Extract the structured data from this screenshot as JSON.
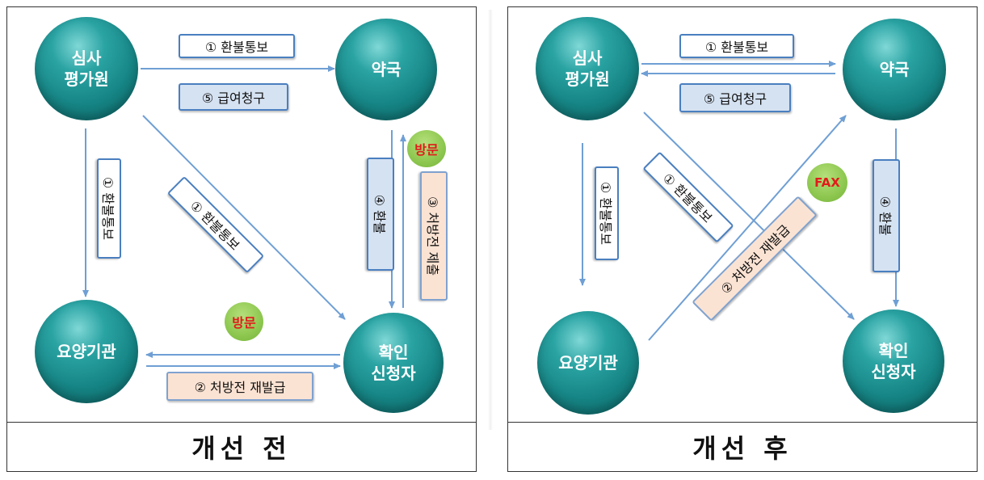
{
  "before": {
    "caption": "개선 전",
    "nodes": {
      "review": "심사\n평가원",
      "pharmacy": "약국",
      "institution": "요양기관",
      "applicant": "확인\n신청자"
    },
    "labels": {
      "refund_notice_top": "① 환불통보",
      "benefit_claim": "⑤ 급여청구",
      "refund_notice_left": "① 환불통보",
      "refund_notice_diag": "① 환불통보",
      "refund": "④ 환불",
      "prescription_submit": "③ 처방전 제출",
      "prescription_reissue": "② 처방전 재발급"
    },
    "badges": {
      "visit_top": "방문",
      "visit_bottom": "방문"
    }
  },
  "after": {
    "caption": "개선 후",
    "nodes": {
      "review": "심사\n평가원",
      "pharmacy": "약국",
      "institution": "요양기관",
      "applicant": "확인\n신청자"
    },
    "labels": {
      "refund_notice_top": "① 환불통보",
      "benefit_claim": "⑤ 급여청구",
      "refund_notice_left": "① 환불통보",
      "refund_notice_diag": "① 환불통보",
      "refund": "④ 환불",
      "prescription_reissue": "② 처방전 재발급"
    },
    "badges": {
      "fax": "FAX"
    }
  },
  "colors": {
    "arrow": "#6f9fd4",
    "node": "#168484",
    "label_border": "#4a7fc0",
    "badge_text": "#e11b1b"
  }
}
